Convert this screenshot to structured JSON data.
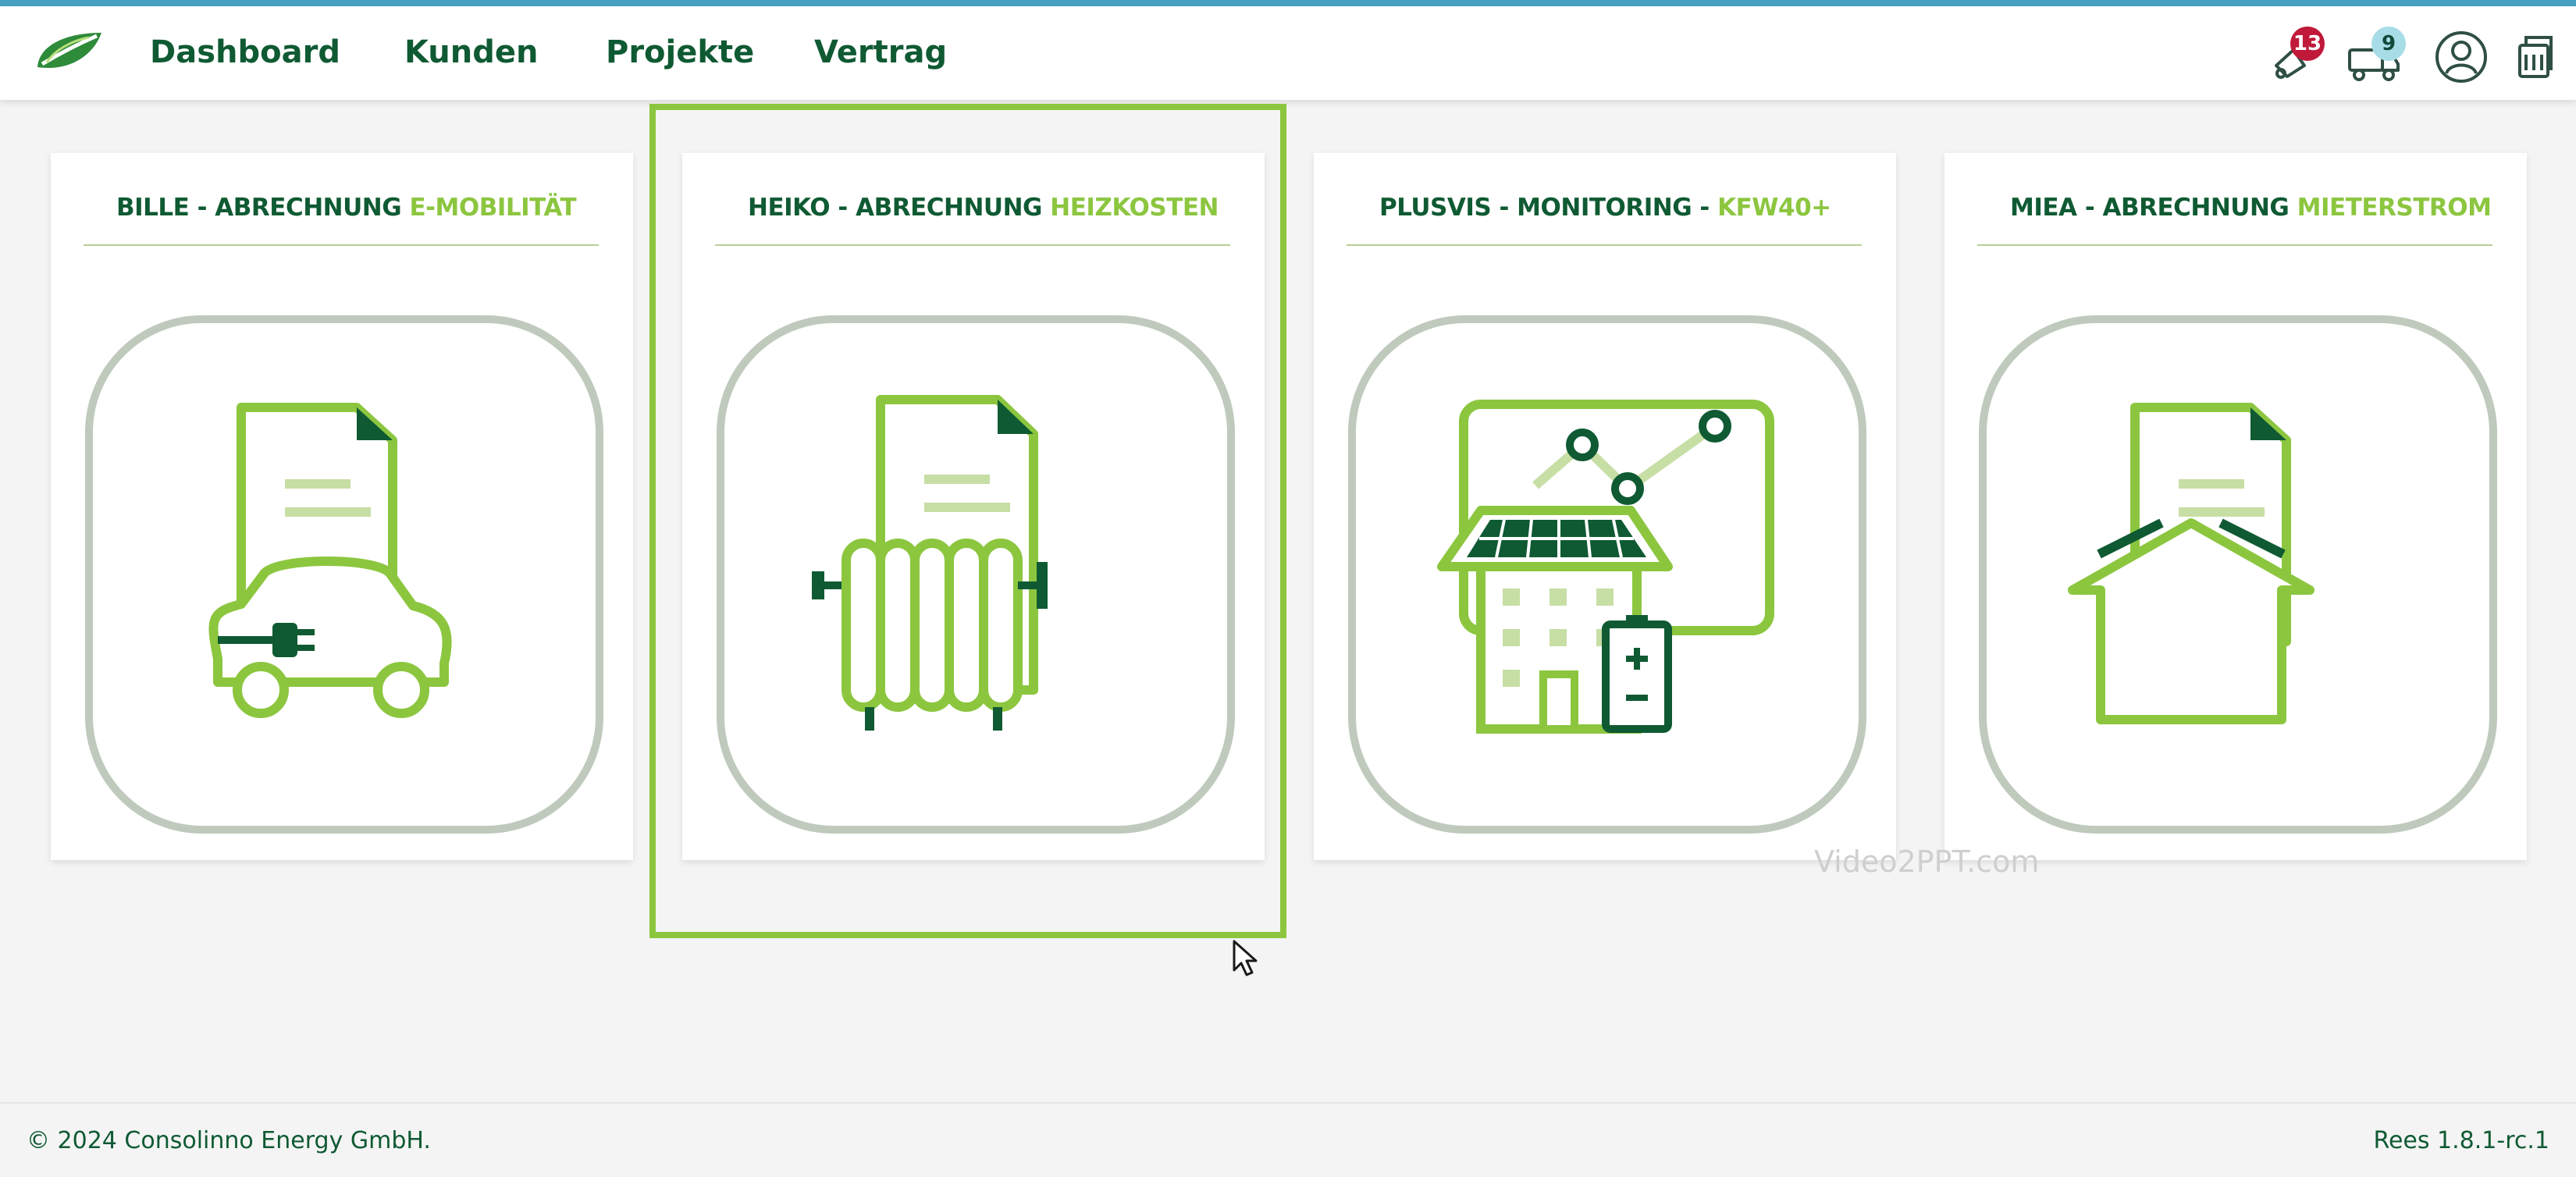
{
  "colors": {
    "accent_dark": "#0f5a33",
    "accent_light": "#8cc63f",
    "badge_red": "#c0193a",
    "badge_blue": "#a6dde6",
    "topline": "#46a2c0"
  },
  "header": {
    "logo_icon": "leaf-logo-icon",
    "nav": [
      "Dashboard",
      "Kunden",
      "Projekte",
      "Vertrag"
    ],
    "notifications_icon": "bell-icon",
    "notifications_count": "13",
    "messages_icon": "truck-icon",
    "messages_count": "9",
    "profile_icon": "user-circle-icon",
    "extra_icon": "document-stack-icon"
  },
  "cards": [
    {
      "title_dark": "BILLE - ABRECHNUNG ",
      "title_light": "E-MOBILITÄT",
      "icon": "ev-charging-document-icon"
    },
    {
      "title_dark": "HEIKO - ABRECHNUNG ",
      "title_light": "HEIZKOSTEN",
      "icon": "radiator-document-icon"
    },
    {
      "title_dark": "PLUSVIS - MONITORING - ",
      "title_light": "KFW40+",
      "icon": "solar-house-monitoring-icon"
    },
    {
      "title_dark": "MIEA - ABRECHNUNG ",
      "title_light": "MIETERSTROM",
      "icon": "house-document-icon"
    }
  ],
  "watermark": "Video2PPT.com",
  "footer": {
    "copyright": "© 2024 Consolinno Energy GmbH.",
    "version": "Rees 1.8.1-rc.1"
  }
}
